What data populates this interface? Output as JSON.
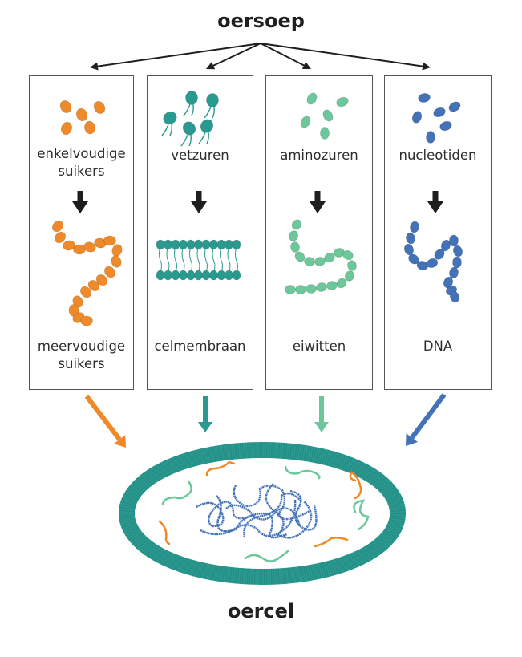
{
  "title_top": "oersoep",
  "title_bottom": "oercel",
  "columns": [
    {
      "id": "suikers",
      "top_label": "enkelvoudige suikers",
      "bottom_label": "meervoudige suikers",
      "bg": "#fdf6b8",
      "color": "#ef8a2a"
    },
    {
      "id": "vetzuren",
      "top_label": "vetzuren",
      "bottom_label": "celmembraan",
      "bg": "#c6e8d4",
      "color": "#2a9990"
    },
    {
      "id": "aminozuren",
      "top_label": "aminozuren",
      "bottom_label": "eiwitten",
      "bg": "#c7e6f8",
      "color": "#6cc79a"
    },
    {
      "id": "nucleotiden",
      "top_label": "nucleotiden",
      "bottom_label": "DNA",
      "bg": "#fbdcc4",
      "color": "#4472b8"
    }
  ],
  "colors": {
    "membrane": "#2a9990",
    "arrow": "#1e1e1e"
  }
}
